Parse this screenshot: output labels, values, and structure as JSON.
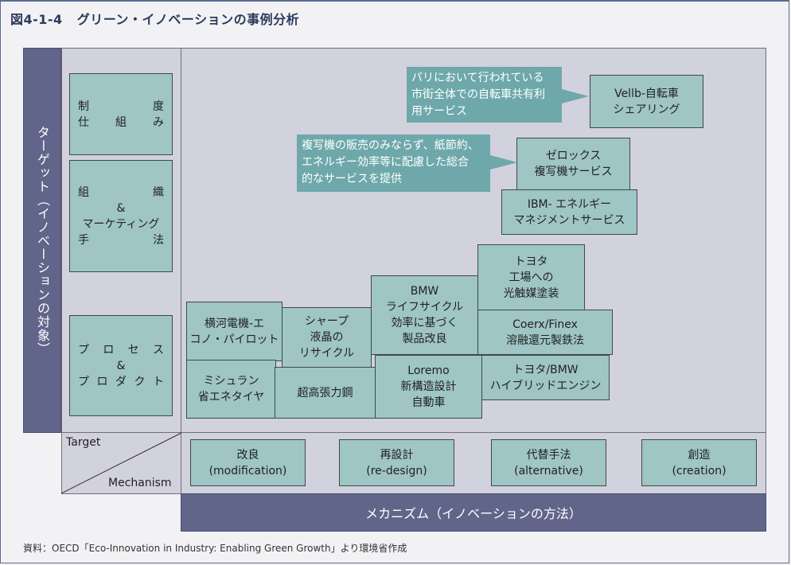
{
  "figure": {
    "number": "図4-1-4",
    "title": "グリーン・イノベーションの事例分析"
  },
  "axes": {
    "target_axis_label": "ターゲット（イノベーションの対象）",
    "mechanism_axis_label": "メカニズム（イノベーションの方法）",
    "corner_target": "Target",
    "corner_mechanism": "Mechanism"
  },
  "targets": [
    {
      "rows": [
        [
          "制",
          "度"
        ],
        [
          "仕",
          "組",
          "み"
        ]
      ]
    },
    {
      "rows": [
        [
          "組",
          "織"
        ],
        [
          "&"
        ],
        [
          "マーケティング"
        ],
        [
          "手",
          "法"
        ]
      ]
    },
    {
      "rows": [
        [
          "プ",
          "ロ",
          "セ",
          "ス"
        ],
        [
          "&"
        ],
        [
          "プ",
          "ロ",
          "ダ",
          "ク",
          "ト"
        ]
      ]
    }
  ],
  "mechanisms": [
    {
      "ja": "改良",
      "en": "(modification)"
    },
    {
      "ja": "再設計",
      "en": "(re-design)"
    },
    {
      "ja": "代替手法",
      "en": "(alternative)"
    },
    {
      "ja": "創造",
      "en": "(creation)"
    }
  ],
  "cases": [
    {
      "id": "yokogawa",
      "lines": [
        "横河電機-エ",
        "コノ・パイロット"
      ]
    },
    {
      "id": "michelin",
      "lines": [
        "ミシュラン",
        "省エネタイヤ"
      ]
    },
    {
      "id": "sharp",
      "lines": [
        "シャープ",
        "液晶の",
        "リサイクル"
      ]
    },
    {
      "id": "steel",
      "lines": [
        "超高張力鋼"
      ]
    },
    {
      "id": "bmw",
      "lines": [
        "BMW",
        "ライフサイクル",
        "効率に基づく",
        "製品改良"
      ]
    },
    {
      "id": "loremo",
      "lines": [
        "Loremo",
        "新構造設計",
        "自動車"
      ]
    },
    {
      "id": "toyota-paint",
      "lines": [
        "トヨタ",
        "工場への",
        "光触媒塗装"
      ]
    },
    {
      "id": "corex",
      "lines": [
        "Coerx/Finex",
        "溶融還元製鉄法"
      ]
    },
    {
      "id": "hybrid",
      "lines": [
        "トヨタ/BMW",
        "ハイブリッドエンジン"
      ]
    },
    {
      "id": "xerox",
      "lines": [
        "ゼロックス",
        "複写機サービス"
      ]
    },
    {
      "id": "ibm",
      "lines": [
        "IBM- エネルギー",
        "マネジメントサービス"
      ]
    },
    {
      "id": "velib",
      "lines": [
        "Vellb-自転車",
        "シェアリング"
      ]
    }
  ],
  "callouts": [
    {
      "id": "velib-note",
      "lines": [
        "パリにおいて行われている",
        "市街全体での自転車共有利",
        "用サービス"
      ]
    },
    {
      "id": "xerox-note",
      "lines": [
        "複写機の販売のみならず、紙節約、",
        "エネルギー効率等に配慮した総合",
        "的なサービスを提供"
      ]
    }
  ],
  "source": "資料：OECD「Eco-Innovation in Industry: Enabling Green Growth」より環境省作成",
  "colors": {
    "axis_bar": "#62658a",
    "panel": "#d2d1de",
    "case_box": "#9fc5c5",
    "callout": "#6ea8ab",
    "title": "#2d3a5c"
  }
}
